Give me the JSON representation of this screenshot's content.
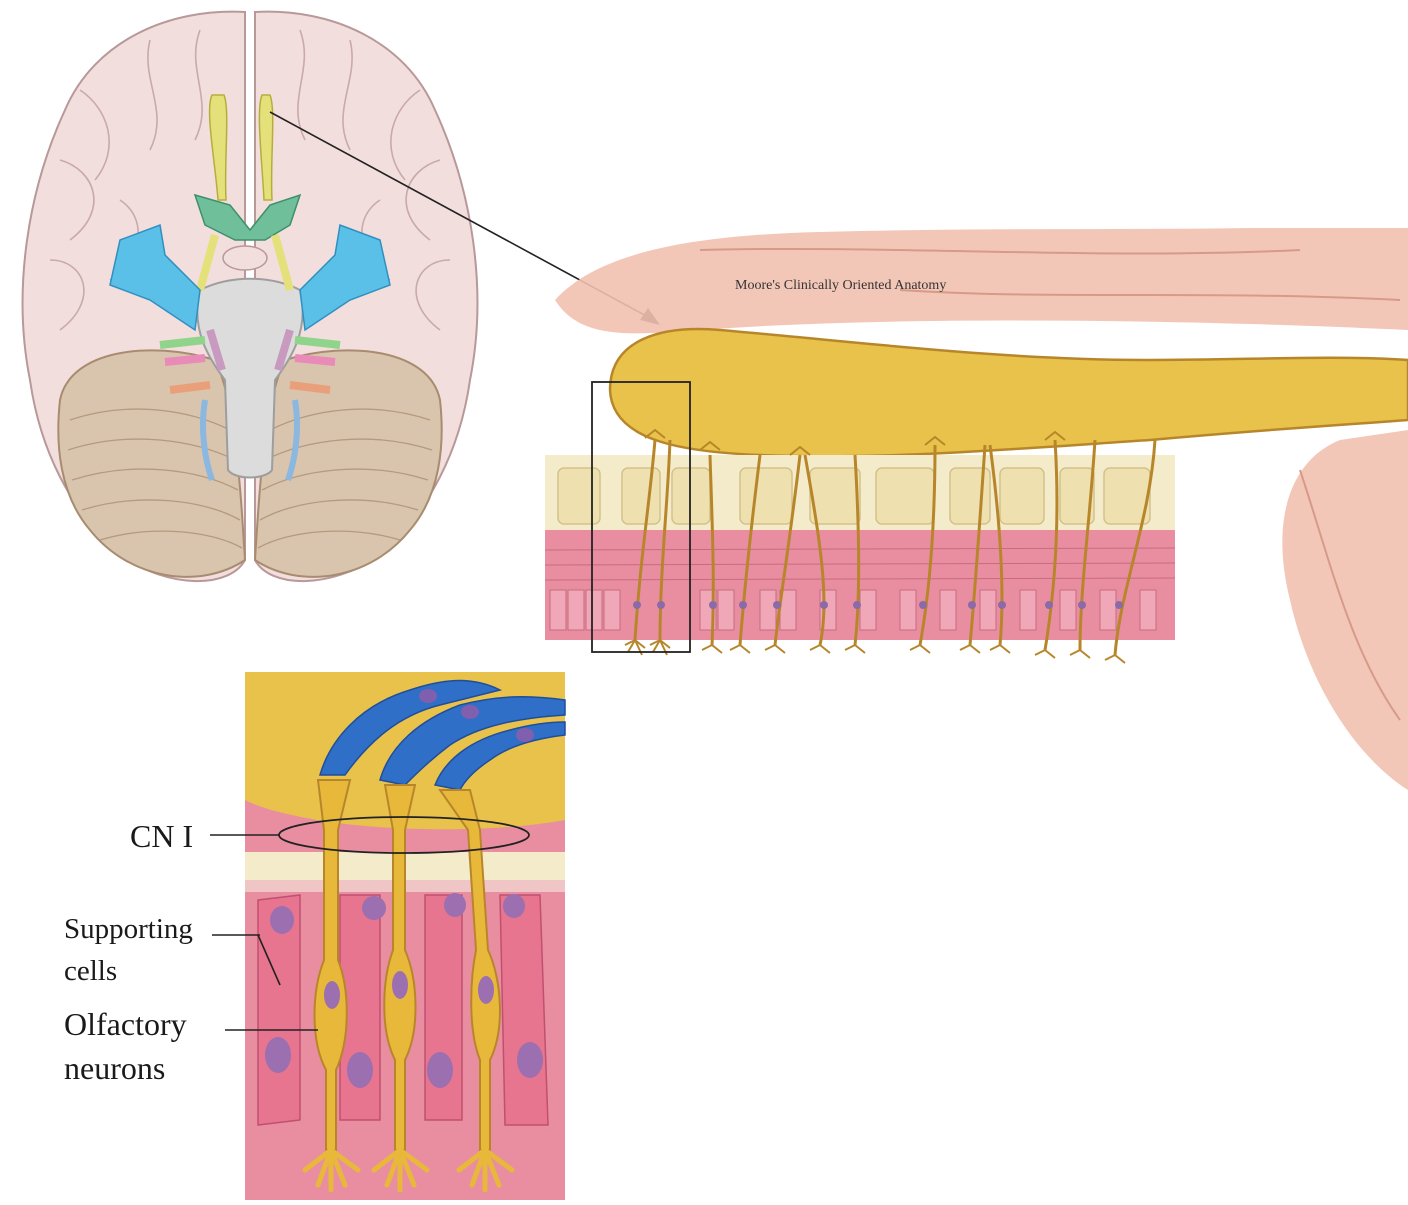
{
  "credit": "Moore's Clinically Oriented Anatomy",
  "labels": {
    "cn1": "CN I",
    "supporting_line1": "Supporting",
    "supporting_line2": "cells",
    "olfactory_line1": "Olfactory",
    "olfactory_line2": "neurons"
  },
  "colors": {
    "brain": "#f3dede",
    "brain_outline": "#b89898",
    "cerebellum": "#d9c4ad",
    "brainstem": "#d9d9d9",
    "olfactory_bulb": "#e8c24a",
    "olfactory_tract": "#e4e07a",
    "optic_chiasm": "#6fbf9a",
    "trigeminal": "#5bc0e8",
    "frontal_lobe": "#f2c1b0",
    "cribriform_plate": "#f3ebc9",
    "mucosa": "#e98ea0",
    "neuron": "#b8862a",
    "nucleus": "#8b6aa8",
    "glia": "#2f6fc7"
  }
}
